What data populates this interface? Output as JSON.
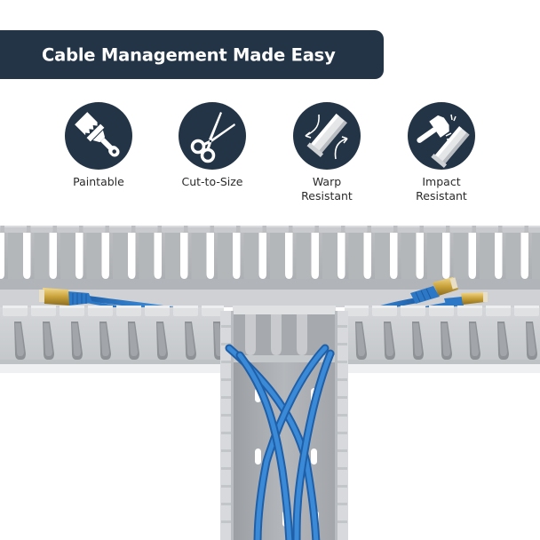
{
  "banner": {
    "title": "Cable Management Made Easy",
    "background": "#233446",
    "text_color": "#ffffff"
  },
  "features": [
    {
      "icon": "paintbrush-icon",
      "label_line1": "Paintable",
      "label_line2": ""
    },
    {
      "icon": "scissors-icon",
      "label_line1": "Cut-to-Size",
      "label_line2": ""
    },
    {
      "icon": "warp-resistant-icon",
      "label_line1": "Warp",
      "label_line2": "Resistant"
    },
    {
      "icon": "impact-resistant-icon",
      "label_line1": "Impact",
      "label_line2": "Resistant"
    }
  ],
  "photo": {
    "subject": "gray slotted wiring duct in T-configuration with blue ethernet cables",
    "duct_color": "#c9cbce",
    "cable_color": "#2d78c6",
    "connector_color": "#c9a23a"
  }
}
